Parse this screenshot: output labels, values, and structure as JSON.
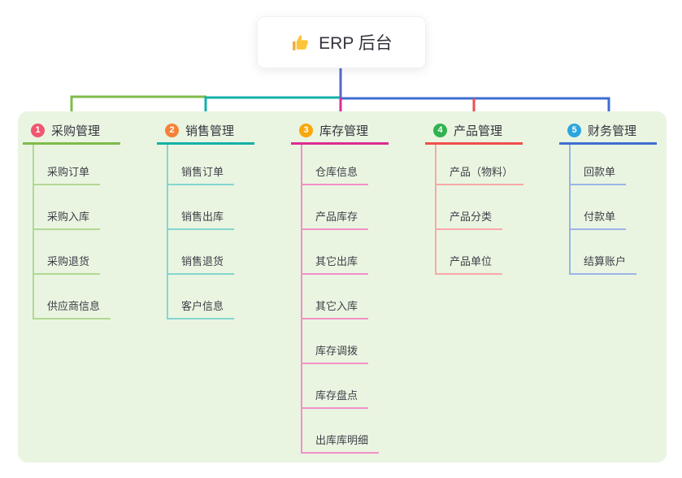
{
  "root": {
    "title": "ERP 后台",
    "icon": "thumbs-up-icon",
    "icon_colors": {
      "hand": "#fbc537",
      "sleeve": "#f2a93b"
    }
  },
  "branches": [
    {
      "index": "1",
      "label": "采购管理",
      "badge_color": "#f0566f",
      "line_color": "#7fbb4b",
      "child_line_color": "#b2d893",
      "children": [
        "采购订单",
        "采购入库",
        "采购退货",
        "供应商信息"
      ]
    },
    {
      "index": "2",
      "label": "销售管理",
      "badge_color": "#f58238",
      "line_color": "#13b1a8",
      "child_line_color": "#84d6d0",
      "children": [
        "销售订单",
        "销售出库",
        "销售退货",
        "客户信息"
      ]
    },
    {
      "index": "3",
      "label": "库存管理",
      "badge_color": "#f8a70d",
      "line_color": "#de2b92",
      "child_line_color": "#f190c8",
      "children": [
        "仓库信息",
        "产品库存",
        "其它出库",
        "其它入库",
        "库存调拨",
        "库存盘点",
        "出库库明细"
      ]
    },
    {
      "index": "4",
      "label": "产品管理",
      "badge_color": "#30b350",
      "line_color": "#f14d4e",
      "child_line_color": "#f9a8a8",
      "children": [
        "产品（物料）",
        "产品分类",
        "产品单位"
      ]
    },
    {
      "index": "5",
      "label": "财务管理",
      "badge_color": "#2aa5de",
      "line_color": "#3e6ed0",
      "child_line_color": "#9bb4e6",
      "children": [
        "回款单",
        "付款单",
        "结算账户"
      ]
    }
  ],
  "colors": {
    "root_connector": "#5468cb",
    "container_bg": "#e9f5e1",
    "canvas_bg": "#ffffff"
  }
}
